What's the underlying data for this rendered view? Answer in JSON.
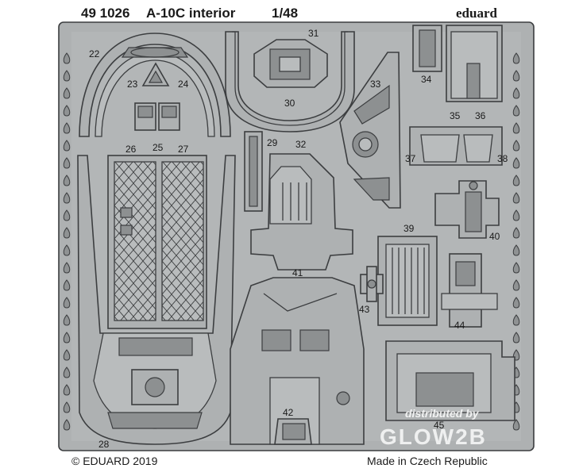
{
  "header": {
    "code": "49 1026",
    "title": "A-10C interior",
    "scale": "1/48",
    "brand": "eduard"
  },
  "footer": {
    "copyright": "© EDUARD 2019",
    "origin": "Made in Czech Republic"
  },
  "watermark": {
    "line1": "distributed by",
    "line2": "GLOW2B"
  },
  "parts": {
    "p22": "22",
    "p23": "23",
    "p24": "24",
    "p25": "25",
    "p26": "26",
    "p27": "27",
    "p28": "28",
    "p29": "29",
    "p30": "30",
    "p31": "31",
    "p32": "32",
    "p33": "33",
    "p34": "34",
    "p35": "35",
    "p36": "36",
    "p37": "37",
    "p38": "38",
    "p39": "39",
    "p40": "40",
    "p41": "41",
    "p42": "42",
    "p43": "43",
    "p44": "44",
    "p45": "45"
  },
  "colors": {
    "fret": "#aeb1b2",
    "outline": "#3c3e40",
    "background": "#ffffff"
  }
}
